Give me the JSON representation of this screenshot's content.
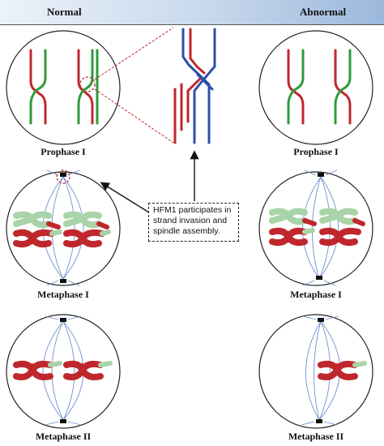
{
  "header": {
    "left_label": "Normal",
    "right_label": "Abnormal"
  },
  "stages": {
    "left_prophase": "Prophase I",
    "right_prophase": "Prophase I",
    "left_metaphase1": "Metaphase I",
    "right_metaphase1": "Metaphase I",
    "left_metaphase2": "Metaphase II",
    "right_metaphase2": "Metaphase II"
  },
  "callout": {
    "text": "HFM1 participates in strand invasion and spindle assembly."
  },
  "colors": {
    "red_chromosome": "#c0272d",
    "green_chromosome": "#2f9b3c",
    "blue_strand": "#2d4fa8",
    "homolog_pale": "#a9d3a8",
    "spindle": "#6f8fcf",
    "header_dark": "#9bb8dc"
  }
}
